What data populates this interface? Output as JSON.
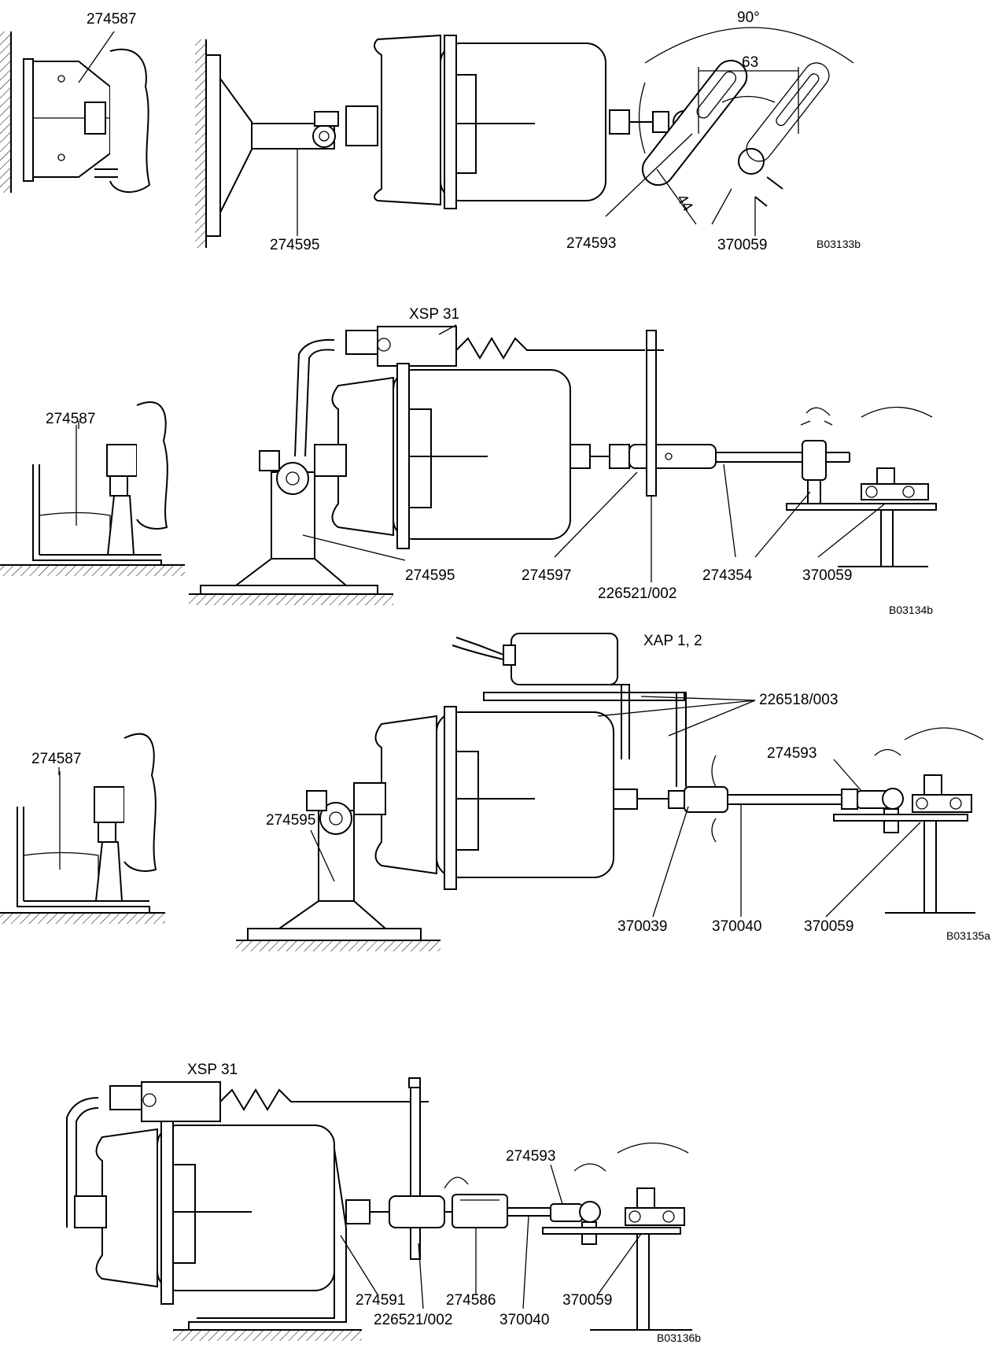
{
  "figure_1": {
    "parts": [
      "274587",
      "274595",
      "274593",
      "370059"
    ],
    "dimensions": {
      "angle": "90°",
      "width": "63",
      "offset": "44"
    },
    "drawing_code": "B03133b"
  },
  "figure_2": {
    "switch": "XSP 31",
    "parts": [
      "274587",
      "274595",
      "274597",
      "226521/002",
      "274354",
      "370059"
    ],
    "drawing_code": "B03134b"
  },
  "figure_3": {
    "switch": "XAP 1, 2",
    "parts": [
      "226518/003",
      "274587",
      "274595",
      "274593",
      "370039",
      "370040",
      "370059"
    ],
    "drawing_code": "B03135a"
  },
  "figure_4": {
    "switch": "XSP 31",
    "parts": [
      "274593",
      "274591",
      "274586",
      "370059",
      "226521/002",
      "370040"
    ],
    "drawing_code": "B03136b"
  }
}
